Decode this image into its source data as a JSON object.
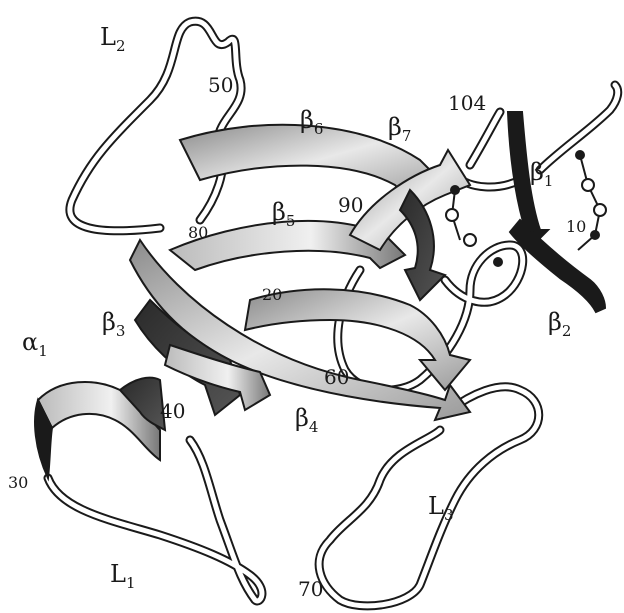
{
  "labels": {
    "L2": {
      "main": "L",
      "sub": "2"
    },
    "L1": {
      "main": "L",
      "sub": "1"
    },
    "L3": {
      "main": "L",
      "sub": "3"
    },
    "alpha1": {
      "main": "α",
      "sub": "1"
    },
    "beta1": {
      "main": "β",
      "sub": "1"
    },
    "beta2": {
      "main": "β",
      "sub": "2"
    },
    "beta3": {
      "main": "β",
      "sub": "3"
    },
    "beta4": {
      "main": "β",
      "sub": "4"
    },
    "beta5": {
      "main": "β",
      "sub": "5"
    },
    "beta6": {
      "main": "β",
      "sub": "6"
    },
    "beta7": {
      "main": "β",
      "sub": "7"
    }
  },
  "residues": {
    "r10": "10",
    "r20": "20",
    "r30": "30",
    "r40": "40",
    "r50": "50",
    "r60": "60",
    "r70": "70",
    "r80": "80",
    "r90": "90",
    "r104": "104"
  },
  "colors": {
    "ink": "#1a1a1a",
    "strand_light": "#d4d4d4",
    "strand_mid": "#9a9a9a",
    "strand_dark": "#2a2a2a"
  }
}
